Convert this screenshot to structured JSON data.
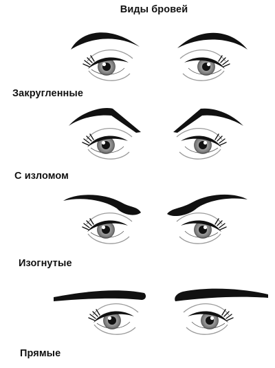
{
  "title": "Виды бровей",
  "eyebrow_types": [
    {
      "label": "Закругленные",
      "shape": "rounded"
    },
    {
      "label": "С изломом",
      "shape": "angled"
    },
    {
      "label": "Изогнутые",
      "shape": "s-curved"
    },
    {
      "label": "Прямые",
      "shape": "straight"
    }
  ],
  "colors": {
    "ink": "#111111",
    "iris": "#8c8c8c",
    "eyelid_line": "#9a9a9a"
  }
}
